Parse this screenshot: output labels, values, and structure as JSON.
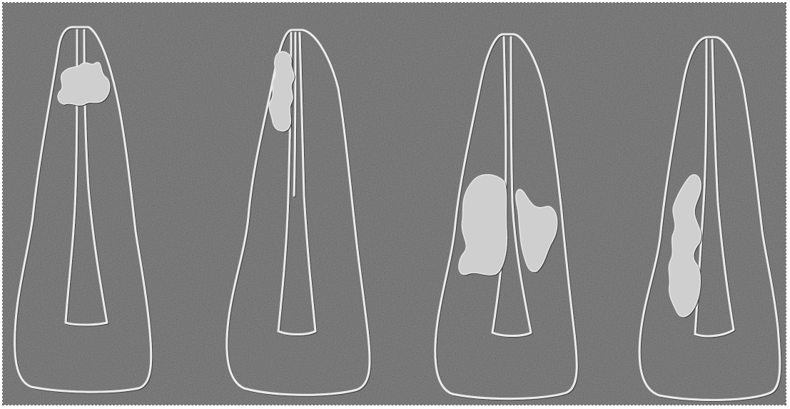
{
  "image": {
    "description_free": true,
    "background_color": "#666666",
    "outline_color": "#e6e6e6",
    "lesion_color": "#c8c8c8"
  },
  "teeth": [
    {
      "id": "tooth-1",
      "lesion": "upper-crown"
    },
    {
      "id": "tooth-2",
      "lesion": "upper-left-crown"
    },
    {
      "id": "tooth-3",
      "lesion": "mid-root-both-sides"
    },
    {
      "id": "tooth-4",
      "lesion": "mid-root-left-side"
    }
  ]
}
